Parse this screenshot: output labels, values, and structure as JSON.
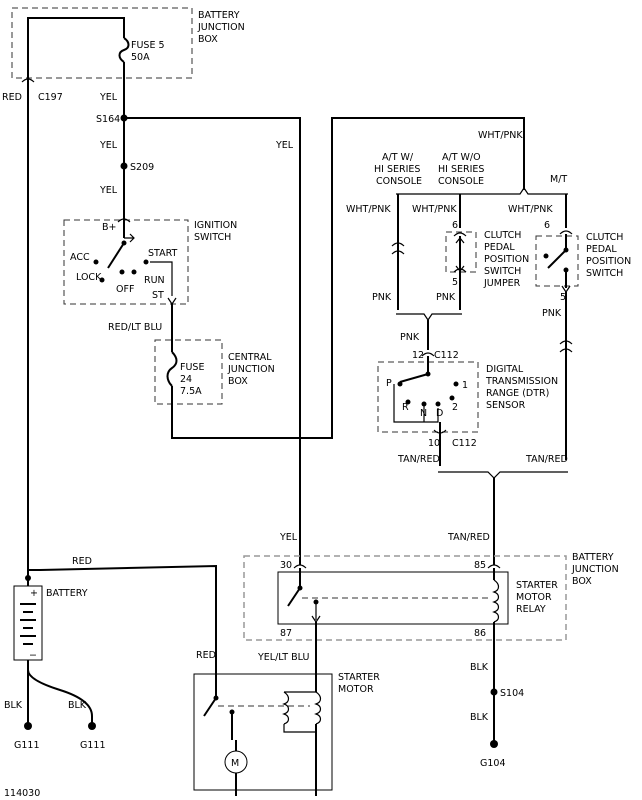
{
  "figure_id": "114030",
  "battery_jb_top": {
    "title_1": "BATTERY",
    "title_2": "JUNCTION",
    "title_3": "BOX",
    "fuse_1": "FUSE 5",
    "fuse_2": "50A"
  },
  "connectors": {
    "c197": "C197",
    "s164": "S164",
    "s209": "S209",
    "c112_top": "C112",
    "c112_bottom": "C112",
    "s104": "S104"
  },
  "wires": {
    "red_left": "RED",
    "yel_1": "YEL",
    "yel_2": "YEL",
    "yel_3": "YEL",
    "yel_right": "YEL",
    "yel_bottom": "YEL",
    "red_lt_blu": "RED/LT BLU",
    "wht_pnk_top": "WHT/PNK",
    "wht_pnk_at_w": "WHT/PNK",
    "wht_pnk_at_wo": "WHT/PNK",
    "wht_pnk_mt": "WHT/PNK",
    "pnk_1": "PNK",
    "pnk_2": "PNK",
    "pnk_3": "PNK",
    "pnk_4": "PNK",
    "tan_red_1": "TAN/RED",
    "tan_red_2": "TAN/RED",
    "tan_red_3": "TAN/RED",
    "red_battery": "RED",
    "red_starter": "RED",
    "yel_lt_blu": "YEL/LT BLU",
    "blk_1": "BLK",
    "blk_2": "BLK",
    "blk_3": "BLK",
    "blk_4": "BLK"
  },
  "ignition": {
    "title_1": "IGNITION",
    "title_2": "SWITCH",
    "b_plus": "B+",
    "acc": "ACC",
    "start": "START",
    "lock": "LOCK",
    "run": "RUN",
    "off": "OFF",
    "st": "ST"
  },
  "central_jb": {
    "title_1": "CENTRAL",
    "title_2": "JUNCTION",
    "title_3": "BOX",
    "fuse_1": "FUSE",
    "fuse_2": "24",
    "fuse_3": "7.5A"
  },
  "branches": {
    "at_w_1": "A/T W/",
    "at_w_2": "HI SERIES",
    "at_w_3": "CONSOLE",
    "at_wo_1": "A/T W/O",
    "at_wo_2": "HI SERIES",
    "at_wo_3": "CONSOLE",
    "mt": "M/T"
  },
  "jumper": {
    "title_1": "CLUTCH",
    "title_2": "PEDAL",
    "title_3": "POSITION",
    "title_4": "SWITCH",
    "title_5": "JUMPER",
    "pin_top": "6",
    "pin_bottom": "5"
  },
  "clutch_switch": {
    "title_1": "CLUTCH",
    "title_2": "PEDAL",
    "title_3": "POSITION",
    "title_4": "SWITCH",
    "pin_top": "6",
    "pin_bottom": "5"
  },
  "dtr": {
    "title_1": "DIGITAL",
    "title_2": "TRANSMISSION",
    "title_3": "RANGE (DTR)",
    "title_4": "SENSOR",
    "pin_top": "12",
    "pin_bottom": "10",
    "p": "P",
    "r": "R",
    "n": "N",
    "d": "D",
    "g1": "1",
    "g2": "2"
  },
  "battery": {
    "label": "BATTERY",
    "plus": "+",
    "minus": "−"
  },
  "battery_jb_bottom": {
    "title_1": "BATTERY",
    "title_2": "JUNCTION",
    "title_3": "BOX"
  },
  "relay": {
    "title_1": "STARTER",
    "title_2": "MOTOR",
    "title_3": "RELAY",
    "pin_30": "30",
    "pin_85": "85",
    "pin_87": "87",
    "pin_86": "86"
  },
  "starter": {
    "title_1": "STARTER",
    "title_2": "MOTOR",
    "m": "M"
  },
  "grounds": {
    "g111_a": "G111",
    "g111_b": "G111",
    "g104": "G104"
  }
}
